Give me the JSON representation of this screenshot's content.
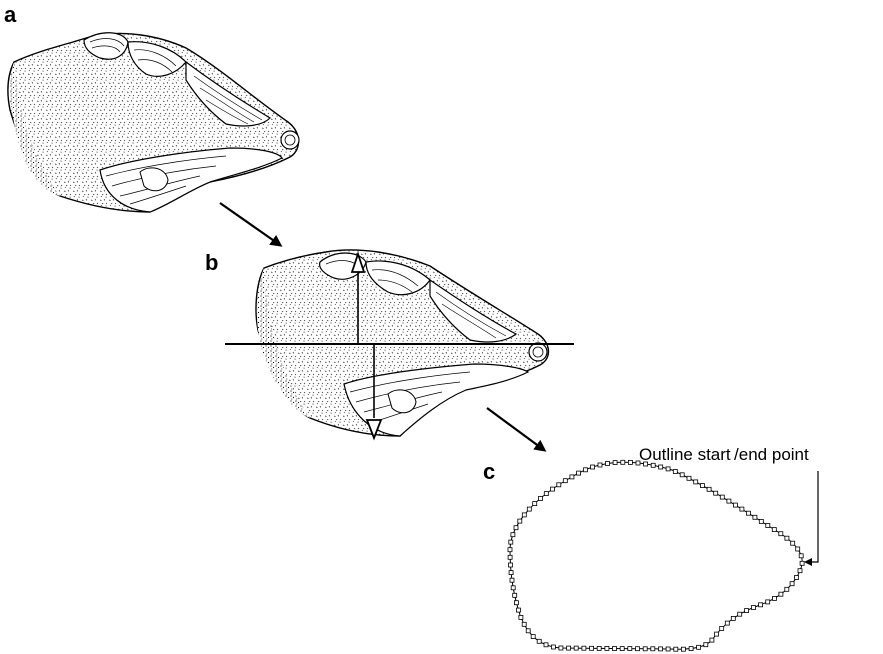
{
  "panels": {
    "a": {
      "label": "a"
    },
    "b": {
      "label": "b"
    },
    "c": {
      "label": "c"
    }
  },
  "annotations": {
    "outline_start": "Outline start /end point"
  },
  "colors": {
    "ink": "#000000",
    "stone_fill": "#ffffff",
    "stipple": "#222222"
  }
}
